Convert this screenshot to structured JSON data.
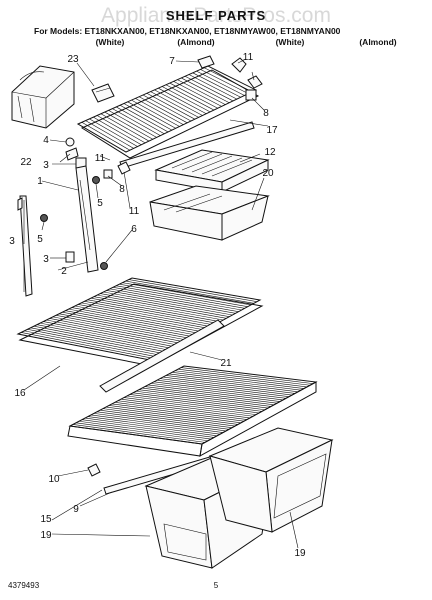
{
  "header": {
    "watermark": "AppliancePartsPros.com",
    "title": "SHELF PARTS",
    "models_line": "For Models: ET18NKXAN00, ET18NKXAN00, ET18NMYAW00, ET18NMYAN00",
    "colors": [
      "(White)",
      "(Almond)",
      "(White)",
      "(Almond)"
    ]
  },
  "callouts": [
    "1",
    "2",
    "3",
    "3",
    "3",
    "4",
    "5",
    "5",
    "6",
    "7",
    "8",
    "8",
    "9",
    "10",
    "11",
    "11",
    "11",
    "12",
    "15",
    "16",
    "17",
    "19",
    "19",
    "20",
    "21",
    "22",
    "23"
  ],
  "footer": {
    "doc_number": "4379493",
    "page_number": "5"
  }
}
